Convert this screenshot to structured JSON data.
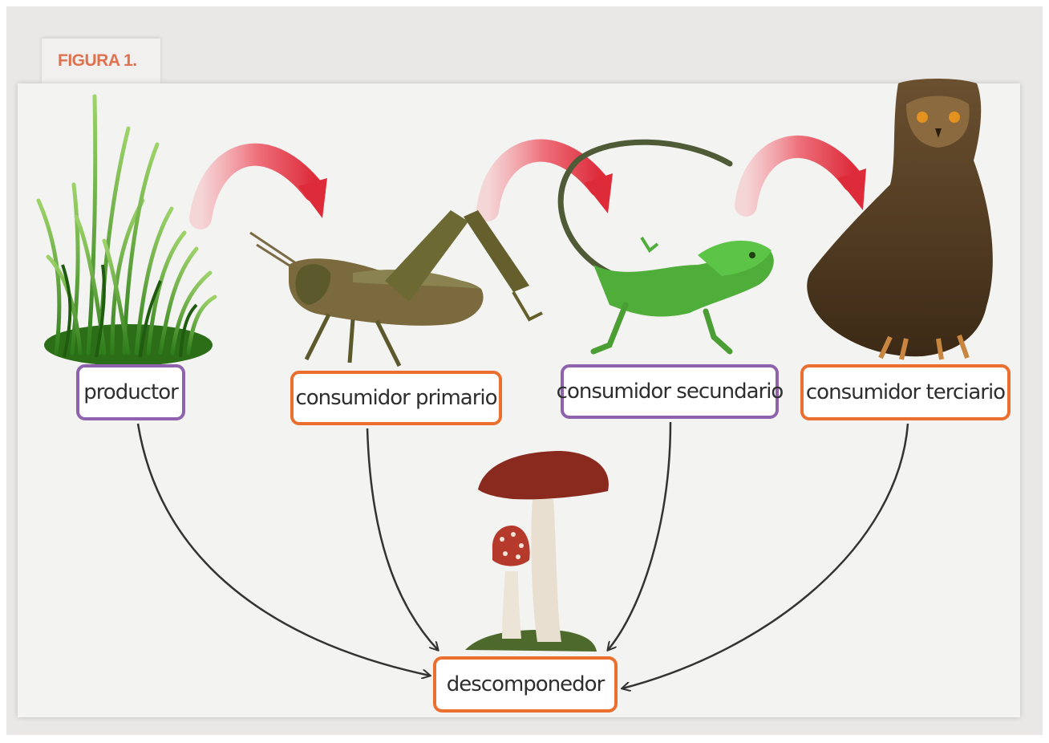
{
  "figure_label": "FIGURA 1.",
  "nodes": {
    "producer": "productor",
    "primary": "consumidor primario",
    "secondary": "consumidor secundario",
    "tertiary": "consumidor terciario",
    "decomposer": "descomponedor"
  },
  "illustrations": [
    "grass",
    "grasshopper",
    "lizard",
    "owl",
    "mushroom"
  ],
  "colors": {
    "producer_border": "#8e62ad",
    "secondary_border": "#8e62ad",
    "consumer_border": "#eb6f2f",
    "food_chain_arrow": "#e23a46",
    "decomposition_arrow": "#333333"
  }
}
